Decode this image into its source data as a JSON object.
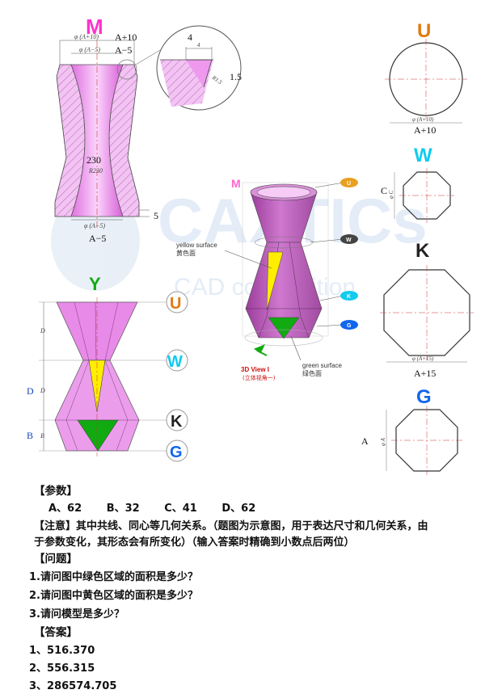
{
  "drawing": {
    "watermark": {
      "main": "CAXTICs",
      "sub": "CAD competition"
    },
    "view_m": {
      "label": "M",
      "dim_top_outer": "φ (A+10)",
      "dim_top_outer_handwritten": "A+10",
      "dim_top_inner": "φ (A−5)",
      "dim_top_inner_handwritten": "A−5",
      "dim_radius": "R230",
      "dim_radius_handwritten": "230",
      "dim_bottom": "φ (A−5)",
      "dim_bottom_handwritten": "A−5",
      "dim_bottom_height_handwritten": "5",
      "detail_width_small": "4",
      "detail_width_handwritten": "4",
      "detail_radius": "R1.5",
      "detail_radius_handwritten": "1.5"
    },
    "view_y": {
      "label": "Y",
      "dim_upper": "D",
      "dim_middle": "D",
      "dim_middle_handwritten": "D",
      "dim_lower": "B",
      "dim_lower_handwritten": "B"
    },
    "iso": {
      "label_m": "M",
      "yellow_en": "yellow surface",
      "yellow_cn": "黄色面",
      "green_en": "green surface",
      "green_cn": "绿色面",
      "view_en": "3D View I",
      "view_cn": "(立体视角一)"
    },
    "section_marks": [
      "U",
      "W",
      "K",
      "G"
    ],
    "view_u": {
      "label": "U",
      "dim": "φ (A+10)",
      "dim_handwritten": "A+10"
    },
    "view_w": {
      "label": "W",
      "dim": "φ C",
      "dim_handwritten": "C"
    },
    "view_k": {
      "label": "K",
      "dim": "φ (A+15)",
      "dim_handwritten": "A+15"
    },
    "view_g": {
      "label": "G",
      "dim": "φ A",
      "dim_handwritten": "A"
    },
    "colors": {
      "pink": "#ee99ee",
      "magenta": "#ff33cc",
      "yellow": "#ffee00",
      "green": "#11aa11",
      "blue": "#1166ee",
      "orange": "#e07a10",
      "cyan": "#11ccee"
    }
  },
  "text": {
    "params_header": "【参数】",
    "params": [
      "A、62",
      "B、32",
      "C、41",
      "D、62"
    ],
    "note_line1": "【注意】其中共线、同心等几何关系。（题图为示意图，用于表达尺寸和几何关系，由",
    "note_line2": "于参数变化，其形态会有所变化）（输入答案时精确到小数点后两位）",
    "question_header": "【问题】",
    "questions": [
      "1.请问图中绿色区域的面积是多少？",
      "2.请问图中黄色区域的面积是多少？",
      "3.请问模型是多少？"
    ],
    "answer_header": "【答案】",
    "answers": [
      "1、516.370",
      "2、556.315",
      "3、286574.705"
    ]
  }
}
